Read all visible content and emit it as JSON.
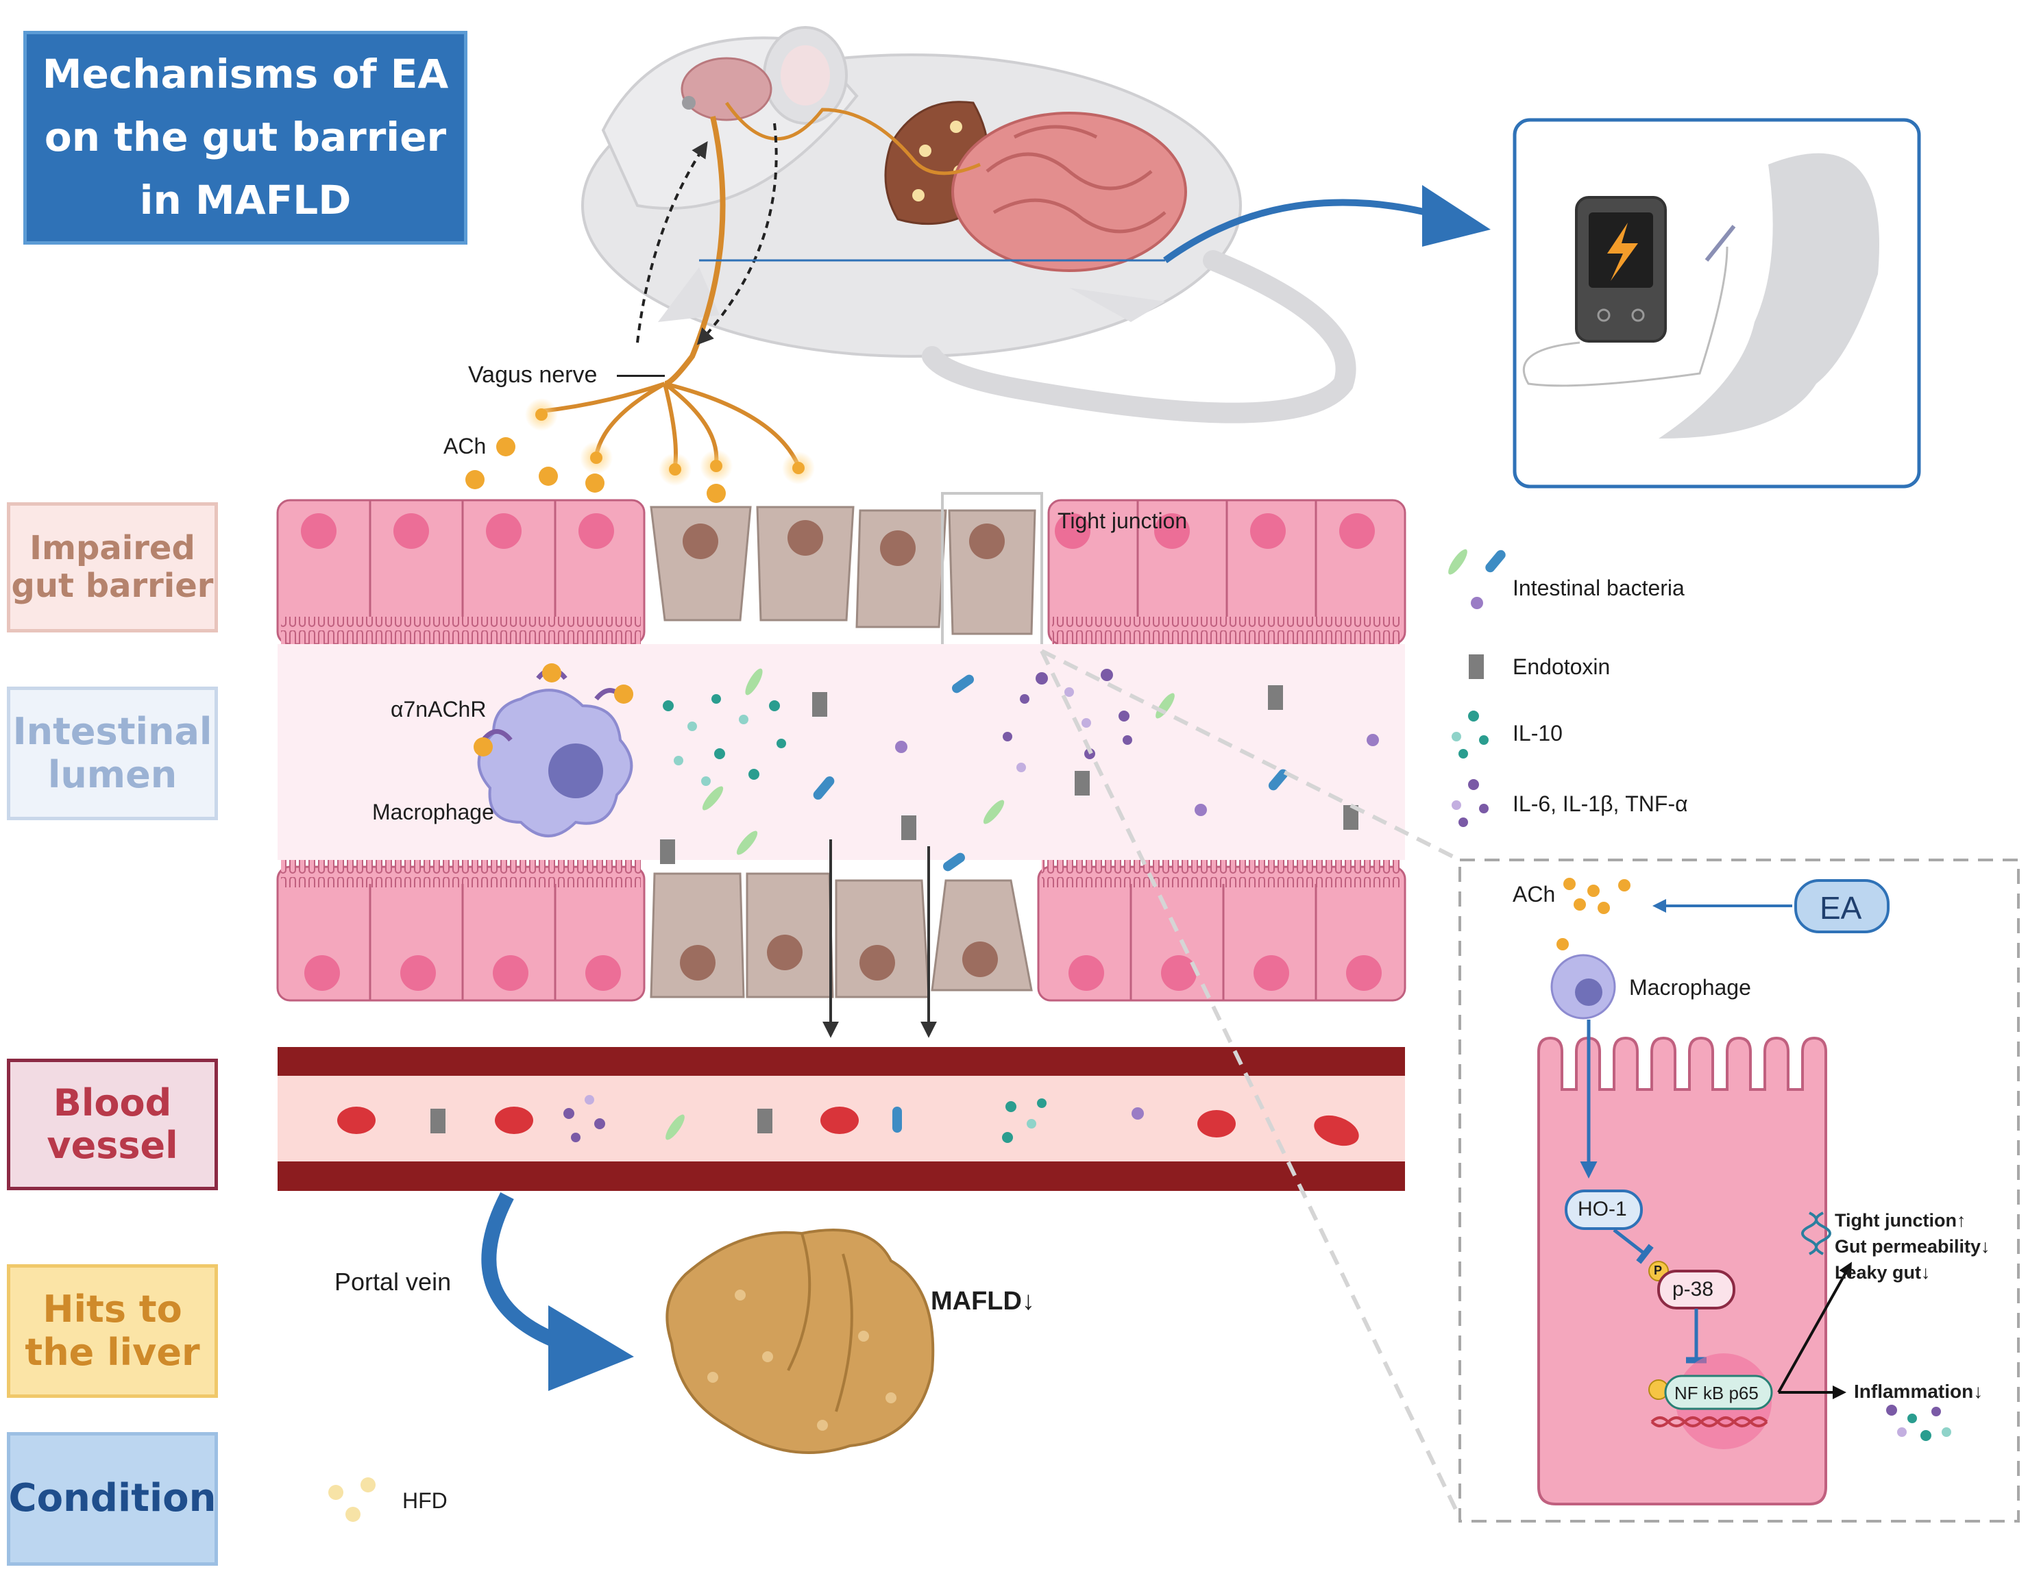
{
  "title": {
    "line1": "Mechanisms of EA",
    "line2": "on the gut barrier",
    "line3": "in MAFLD"
  },
  "row_labels": {
    "impaired": {
      "line1": "Impaired",
      "line2": "gut barrier",
      "color": "#b5836d",
      "fill": "#fbe8e6",
      "border": "#e8c4bc"
    },
    "lumen": {
      "line1": "Intestinal",
      "line2": "lumen",
      "color": "#9bb2d4",
      "fill": "#eef3fa",
      "border": "#c9d7ea"
    },
    "blood": {
      "line1": "Blood",
      "line2": "vessel",
      "color": "#b8394a",
      "fill": "#f2dbe3",
      "border": "#8c2a44"
    },
    "liver": {
      "line1": "Hits to",
      "line2": "the liver",
      "color": "#cf8a2a",
      "fill": "#fbe4a6",
      "border": "#f0c86a"
    },
    "condition": {
      "line1": "Condition",
      "color": "#1f4e8c",
      "fill": "#bcd6f0",
      "border": "#9cbfe3"
    }
  },
  "labels": {
    "vagus_nerve": "Vagus nerve",
    "ach_top": "ACh",
    "a7nachr": "α7nAChR",
    "macrophage_main": "Macrophage",
    "tight_junction": "Tight junction",
    "portal_vein": "Portal vein",
    "mafld": "MAFLD↓",
    "hfd": "HFD"
  },
  "legend": [
    {
      "key": "bacteria",
      "label": "Intestinal bacteria"
    },
    {
      "key": "endotoxin",
      "label": "Endotoxin"
    },
    {
      "key": "il10",
      "label": "IL-10"
    },
    {
      "key": "cytokines",
      "label": "IL-6, IL-1β, TNF-α"
    }
  ],
  "inset": {
    "ach": "ACh",
    "ea": "EA",
    "macrophage": "Macrophage",
    "ho1": "HO-1",
    "p38": "p-38",
    "p_badge": "P",
    "nfkb": "NF kB p65",
    "tight_junction": "Tight junction↑",
    "permeability": "Gut permeability↓",
    "leaky_gut": "Leaky gut↓",
    "inflammation": "Inflammation↓"
  },
  "colors": {
    "title_bg": "#2f72b7",
    "epithelium": "#f4a7bd",
    "damaged_cell": "#c9b5ad",
    "blood_vessel": "#8c1c1f",
    "ach": "#f0a830",
    "il10": "#2a9d8f",
    "cytokine": "#7a5aa6",
    "arrow_blue": "#2f72b7"
  }
}
